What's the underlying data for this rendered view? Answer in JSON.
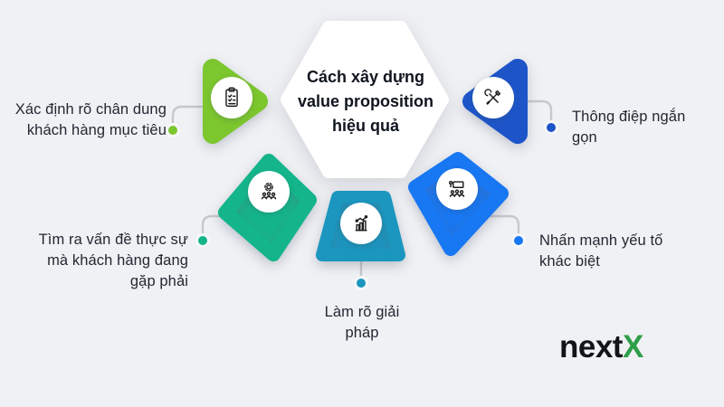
{
  "title": "Cách xây dựng value proposition hiệu quả",
  "brand": {
    "name_black": "next",
    "name_green": "X",
    "green": "#2f9e49"
  },
  "colors": {
    "background": "#f0f1f4",
    "connector": "#c7c8cc",
    "text": "#222733",
    "center_shape": "#ffffff"
  },
  "steps": [
    {
      "id": "target-customer",
      "label": "Xác định rõ chân dung khách hàng mục tiêu",
      "color": "#7cc62e",
      "icon": "clipboard-checklist-icon"
    },
    {
      "id": "real-problem",
      "label": "Tìm ra vấn đề thực sự mà khách hàng đang gặp phải",
      "color": "#14b58a",
      "icon": "team-gear-icon"
    },
    {
      "id": "clarify-solution",
      "label": "Làm rõ giải pháp",
      "color": "#1a96bf",
      "icon": "growth-chart-icon"
    },
    {
      "id": "differentiation",
      "label": "Nhấn mạnh yếu tố khác biệt",
      "color": "#1877f2",
      "icon": "presentation-icon"
    },
    {
      "id": "concise-message",
      "label": "Thông điệp ngắn gọn",
      "color": "#1d55c9",
      "icon": "crossed-tools-icon"
    }
  ]
}
